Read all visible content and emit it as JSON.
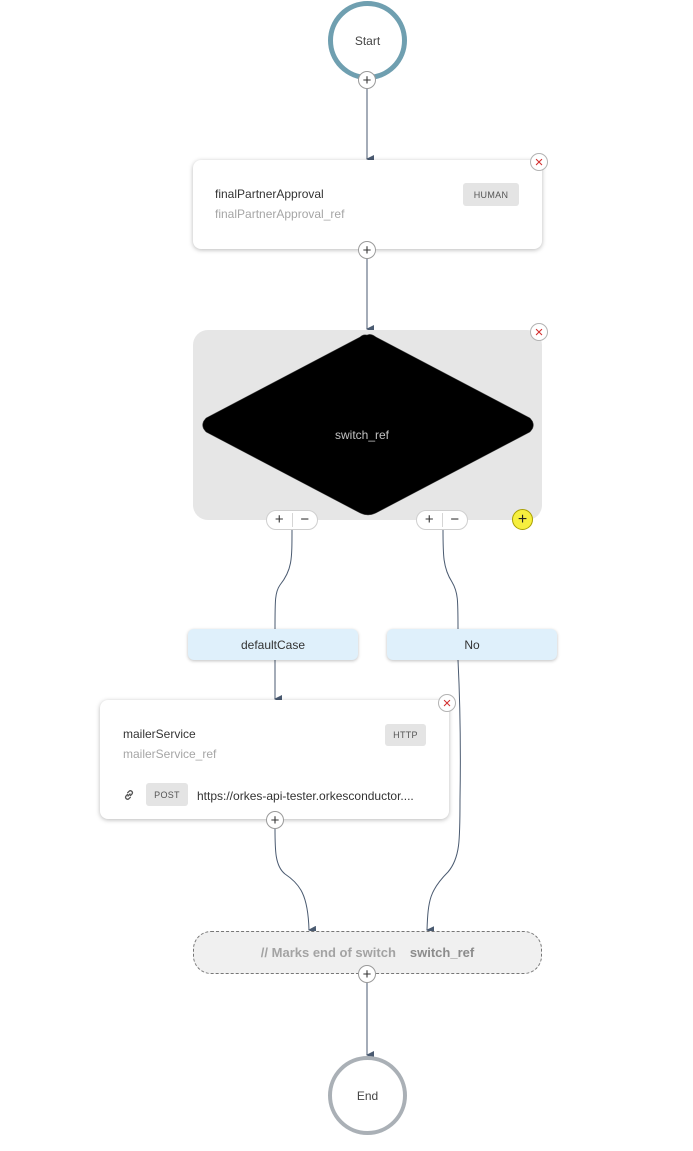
{
  "start": {
    "label": "Start"
  },
  "end": {
    "label": "End"
  },
  "human_task": {
    "name": "finalPartnerApproval",
    "ref": "finalPartnerApproval_ref",
    "type": "HUMAN"
  },
  "switch_task": {
    "label": "switch_ref"
  },
  "cases": [
    {
      "label": "defaultCase"
    },
    {
      "label": "No"
    }
  ],
  "http_task": {
    "name": "mailerService",
    "ref": "mailerService_ref",
    "type": "HTTP",
    "method": "POST",
    "url": "https://orkes-api-tester.orkesconductor...."
  },
  "join": {
    "comment": "// Marks end of switch",
    "name": "switch_ref"
  },
  "icons": {
    "add": "plus-icon",
    "remove": "minus-icon",
    "delete": "close-icon",
    "link": "link-icon"
  },
  "colors": {
    "start_ring": "#6f9fb0",
    "end_ring": "#aab0b6",
    "case_fill": "#dff0fb",
    "delete": "#d32f2f",
    "add_branch": "#f6ef3f",
    "switch_diamond": "#000000"
  }
}
